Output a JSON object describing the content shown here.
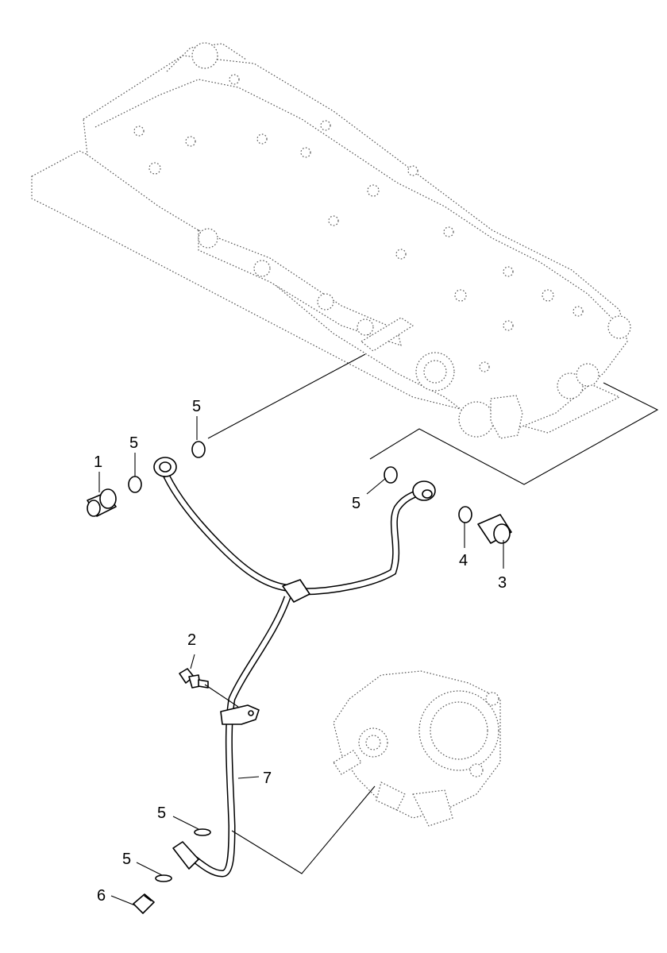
{
  "callouts": [
    {
      "id": "c1",
      "label": "1"
    },
    {
      "id": "c2",
      "label": "2"
    },
    {
      "id": "c3",
      "label": "3"
    },
    {
      "id": "c4",
      "label": "4"
    },
    {
      "id": "c5a",
      "label": "5"
    },
    {
      "id": "c5b",
      "label": "5"
    },
    {
      "id": "c5c",
      "label": "5"
    },
    {
      "id": "c5d",
      "label": "5"
    },
    {
      "id": "c5e",
      "label": "5"
    },
    {
      "id": "c6",
      "label": "6"
    },
    {
      "id": "c7",
      "label": "7"
    }
  ]
}
